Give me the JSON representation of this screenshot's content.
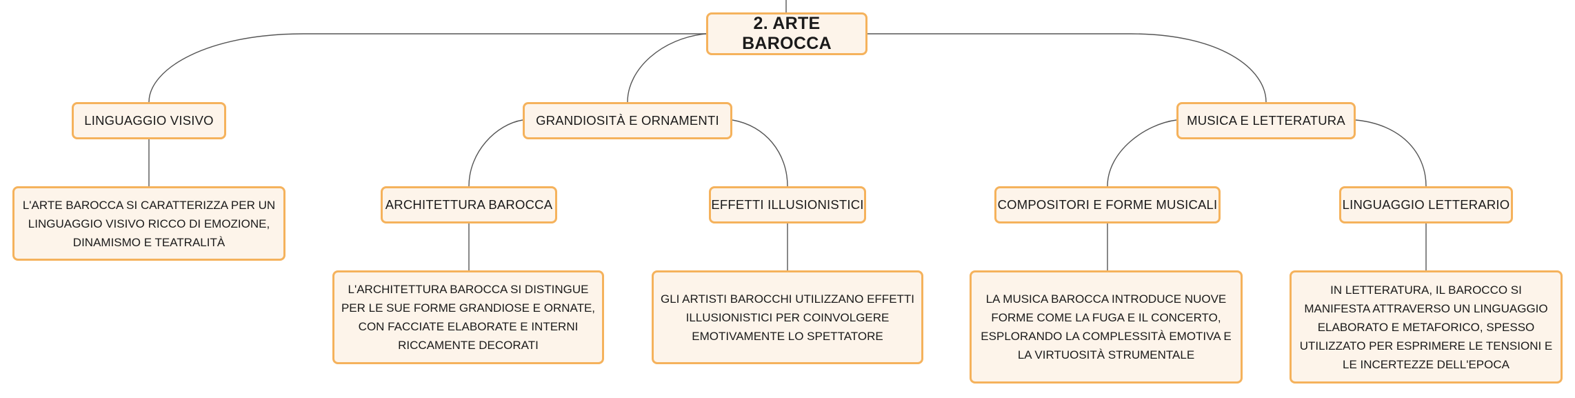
{
  "root": {
    "label": "2. ARTE BAROCCA"
  },
  "branches": [
    {
      "label": "LINGUAGGIO VISIVO",
      "description": "L'ARTE BAROCCA SI CARATTERIZZA PER UN LINGUAGGIO VISIVO RICCO DI EMOZIONE, DINAMISMO E TEATRALITÀ"
    },
    {
      "label": "GRANDIOSITÀ E ORNAMENTI",
      "children": [
        {
          "label": "ARCHITETTURA BAROCCA",
          "description": "L'ARCHITETTURA BAROCCA SI DISTINGUE PER LE SUE FORME GRANDIOSE E ORNATE, CON FACCIATE ELABORATE E INTERNI RICCAMENTE DECORATI"
        },
        {
          "label": "EFFETTI ILLUSIONISTICI",
          "description": "GLI ARTISTI BAROCCHI UTILIZZANO EFFETTI ILLUSIONISTICI PER COINVOLGERE EMOTIVAMENTE LO SPETTATORE"
        }
      ]
    },
    {
      "label": "MUSICA E LETTERATURA",
      "children": [
        {
          "label": "COMPOSITORI E FORME MUSICALI",
          "description": "LA MUSICA BAROCCA INTRODUCE NUOVE FORME COME LA FUGA E IL CONCERTO, ESPLORANDO LA COMPLESSITÀ EMOTIVA E LA VIRTUOSITÀ STRUMENTALE"
        },
        {
          "label": "LINGUAGGIO LETTERARIO",
          "description": "IN LETTERATURA, IL BAROCCO SI MANIFESTA ATTRAVERSO UN LINGUAGGIO ELABORATO E METAFORICO, SPESSO UTILIZZATO PER ESPRIMERE LE TENSIONI E LE INCERTEZZE DELL'EPOCA"
        }
      ]
    }
  ],
  "colors": {
    "node_border": "#f5b25c",
    "node_fill": "#fdf4ea",
    "connector": "#555555"
  }
}
